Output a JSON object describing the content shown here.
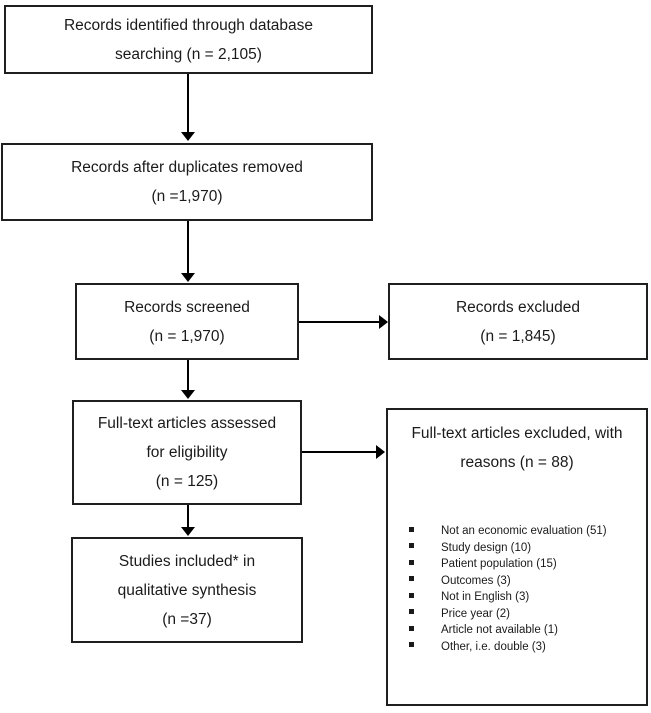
{
  "colors": {
    "border": "#1f1f1f",
    "text": "#1a1a1a",
    "arrow": "#000000",
    "background": "#ffffff"
  },
  "flowchart": {
    "box_identified": {
      "lines": [
        "Records identified through database",
        "searching (n = 2,105)"
      ]
    },
    "box_duplicates": {
      "lines": [
        "Records after duplicates removed",
        "(n =1,970)"
      ]
    },
    "box_screened": {
      "lines": [
        "Records screened",
        "(n = 1,970)"
      ]
    },
    "box_records_excluded": {
      "lines": [
        "Records excluded",
        "(n = 1,845)"
      ]
    },
    "box_fulltext": {
      "lines": [
        "Full-text articles assessed",
        "for eligibility",
        "(n = 125)"
      ]
    },
    "box_excluded_reasons": {
      "lines": [
        "Full-text articles excluded,",
        "with reasons",
        "(n = 88)"
      ],
      "reasons": [
        "Not an economic evaluation (51)",
        "Study design (10)",
        "Patient population (15)",
        "Outcomes (3)",
        "Not in English (3)",
        "Price year (2)",
        "Article not available (1)",
        "Other, i.e. double (3)"
      ]
    },
    "box_included": {
      "lines": [
        "Studies included* in",
        "qualitative synthesis",
        "(n =37)"
      ]
    }
  }
}
